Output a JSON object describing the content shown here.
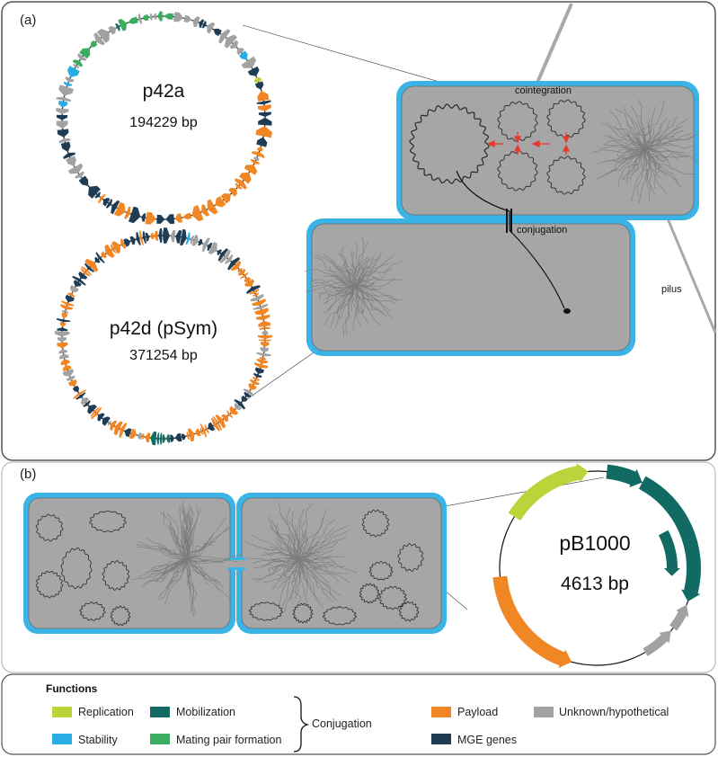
{
  "panels": {
    "a": {
      "label": "(a)",
      "plasmids": [
        {
          "name": "p42a",
          "size": "194229 bp"
        },
        {
          "name": "p42d (pSym)",
          "size": "371254 bp"
        }
      ],
      "labels": {
        "cointegration": "cointegration",
        "conjugation": "conjugation",
        "pilus": "pilus"
      }
    },
    "b": {
      "label": "(b)",
      "plasmid": {
        "name": "pB1000",
        "size": "4613 bp"
      }
    }
  },
  "legend": {
    "title": "Functions",
    "items": [
      {
        "label": "Replication",
        "color": "#bcd43a"
      },
      {
        "label": "Mobilization",
        "color": "#116b63"
      },
      {
        "label": "Stability",
        "color": "#27aee3"
      },
      {
        "label": "Mating pair formation",
        "color": "#3aad61"
      },
      {
        "label": "Payload",
        "color": "#f18625"
      },
      {
        "label": "Unknown/hypothetical",
        "color": "#a2a2a2"
      },
      {
        "label": "MGE genes",
        "color": "#1e3d55"
      }
    ],
    "group_label": "Conjugation"
  }
}
